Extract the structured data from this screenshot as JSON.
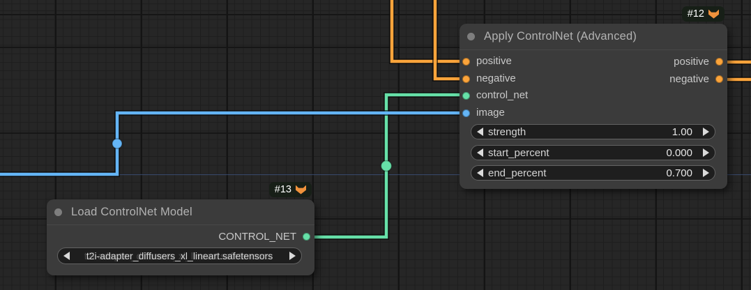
{
  "canvas": {
    "background": "#262626",
    "link_colors": {
      "conditioning": "#FBA43B",
      "control_net": "#66E0A8",
      "image": "#64B5F6"
    }
  },
  "apply_node": {
    "badge": {
      "id": "#12",
      "icon": "fox-icon"
    },
    "title": "Apply ControlNet (Advanced)",
    "inputs": [
      {
        "label": "positive",
        "color": "#FBA43B"
      },
      {
        "label": "negative",
        "color": "#FBA43B"
      },
      {
        "label": "control_net",
        "color": "#66E0A8"
      },
      {
        "label": "image",
        "color": "#64B5F6"
      }
    ],
    "outputs": [
      {
        "label": "positive",
        "color": "#FBA43B"
      },
      {
        "label": "negative",
        "color": "#FBA43B"
      }
    ],
    "widgets": [
      {
        "label": "strength",
        "value": "1.00"
      },
      {
        "label": "start_percent",
        "value": "0.000"
      },
      {
        "label": "end_percent",
        "value": "0.700"
      }
    ]
  },
  "load_node": {
    "badge": {
      "id": "#13",
      "icon": "fox-icon"
    },
    "title": "Load ControlNet Model",
    "outputs": [
      {
        "label": "CONTROL_NET",
        "color": "#66E0A8"
      }
    ],
    "widgets": [
      {
        "value": "t2i-adapter_diffusers_xl_lineart.safetensors"
      }
    ]
  },
  "links": [
    {
      "type": "CONDITIONING",
      "to": "positive",
      "color": "#FBA43B"
    },
    {
      "type": "CONDITIONING",
      "to": "negative",
      "color": "#FBA43B"
    },
    {
      "type": "CONTROL_NET",
      "from": "CONTROL_NET",
      "to": "control_net",
      "color": "#66E0A8"
    },
    {
      "type": "IMAGE",
      "to": "image",
      "color": "#64B5F6"
    }
  ]
}
